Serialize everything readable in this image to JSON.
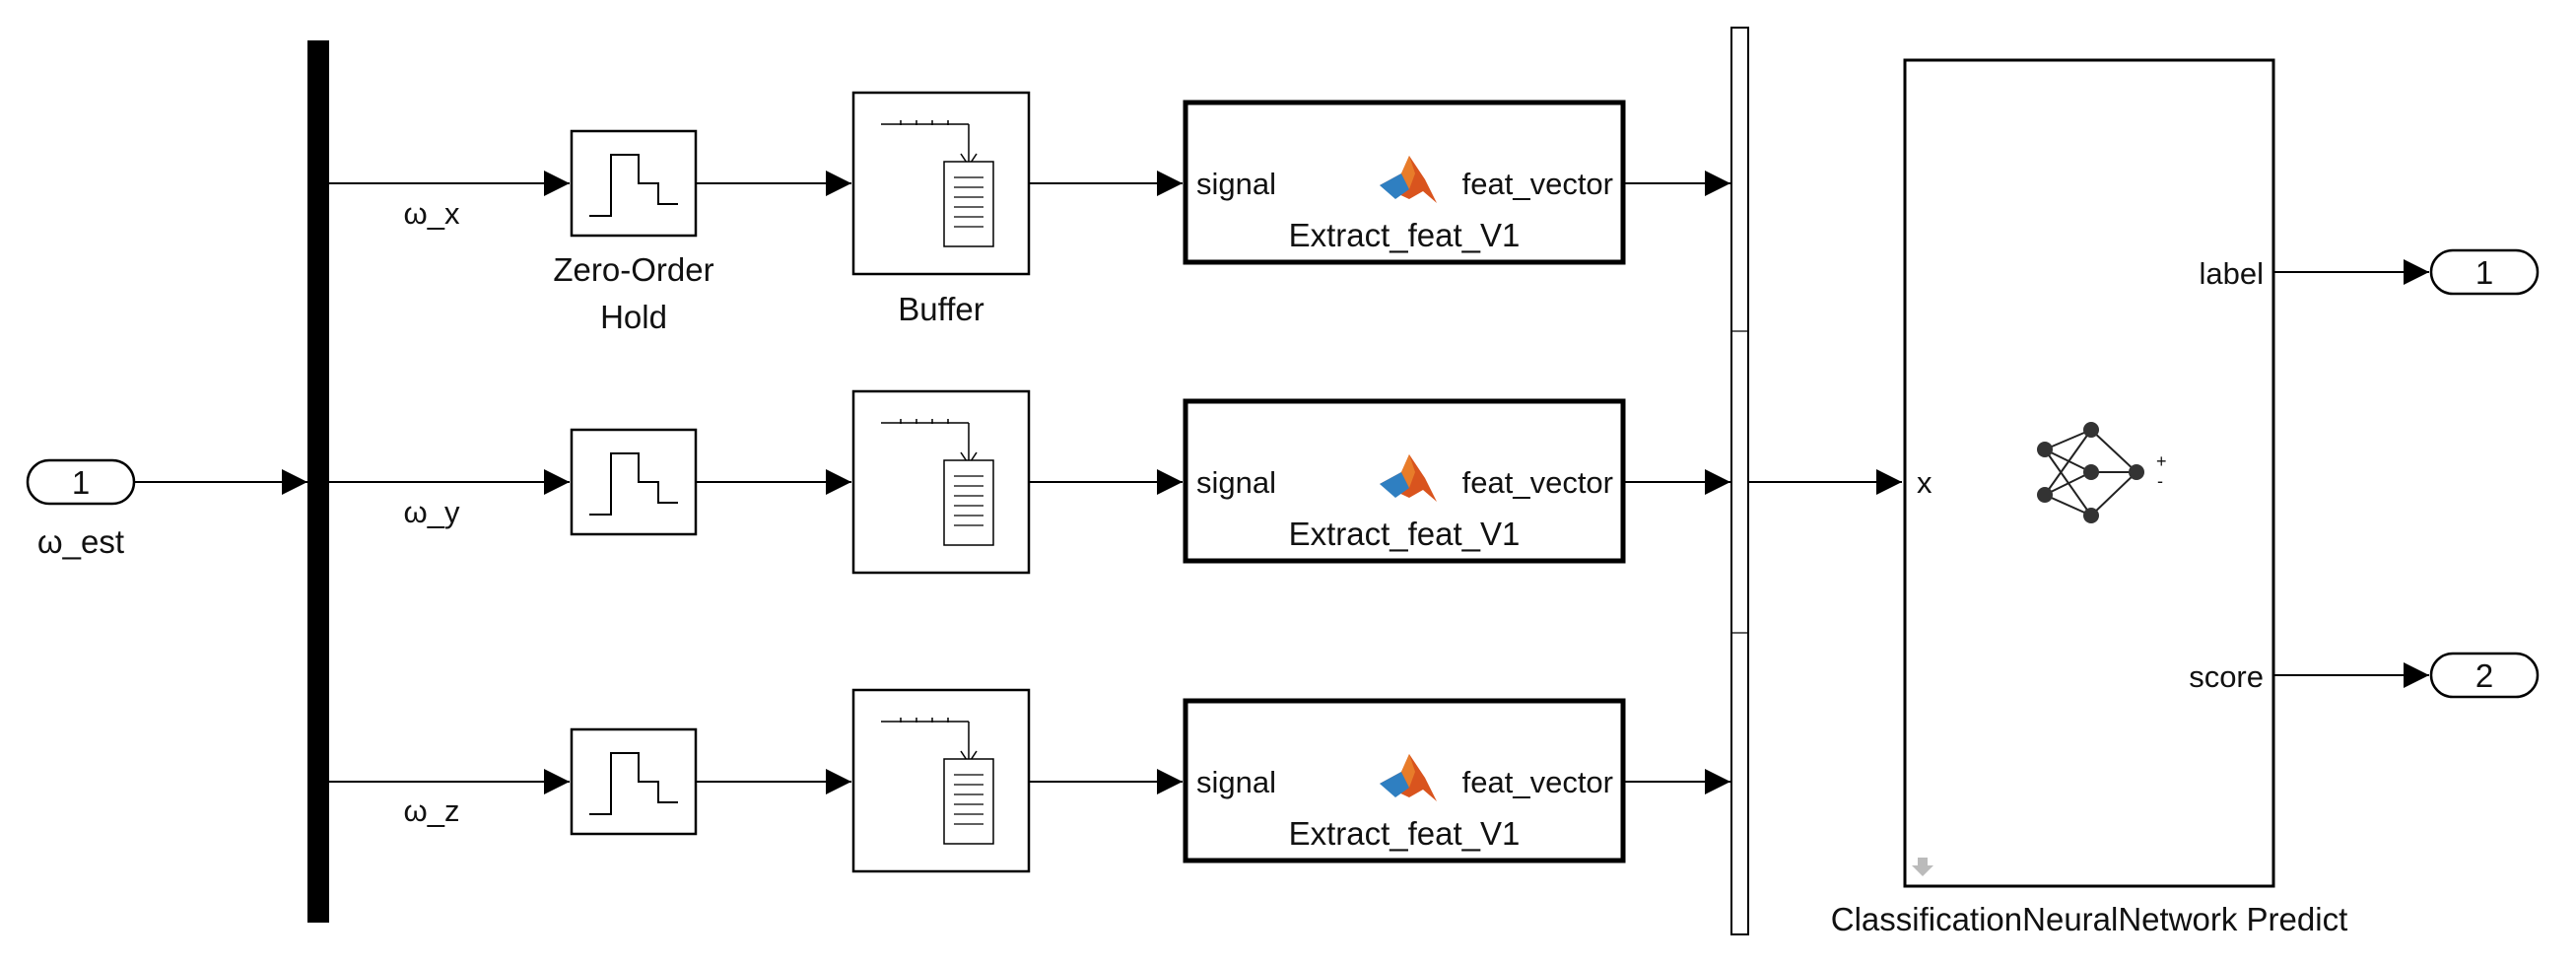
{
  "inport": {
    "number": "1",
    "name": "ω_est"
  },
  "signals": [
    "ω_x",
    "ω_y",
    "ω_z"
  ],
  "zoh": {
    "name_line1": "Zero-Order",
    "name_line2": "Hold"
  },
  "buffer": {
    "name": "Buffer"
  },
  "extract_blocks": [
    {
      "input": "signal",
      "output": "feat_vector",
      "name": "Extract_feat_V1"
    },
    {
      "input": "signal",
      "output": "feat_vector",
      "name": "Extract_feat_V1"
    },
    {
      "input": "signal",
      "output": "feat_vector",
      "name": "Extract_feat_V1"
    }
  ],
  "classifier": {
    "name": "ClassificationNeuralNetwork Predict",
    "input": "x",
    "outputs": [
      "label",
      "score"
    ],
    "icon_sign_plus": "+",
    "icon_sign_minus": "-"
  },
  "outports": [
    {
      "number": "1"
    },
    {
      "number": "2"
    }
  ],
  "colors": {
    "line": "#000000",
    "matlab_logo_orange": "#d9541e",
    "matlab_logo_blue": "#2f7fc1"
  },
  "icons": [
    "step-icon",
    "buffer-icon",
    "matlab-logo-icon",
    "neural-network-icon",
    "arrow-down-icon"
  ]
}
